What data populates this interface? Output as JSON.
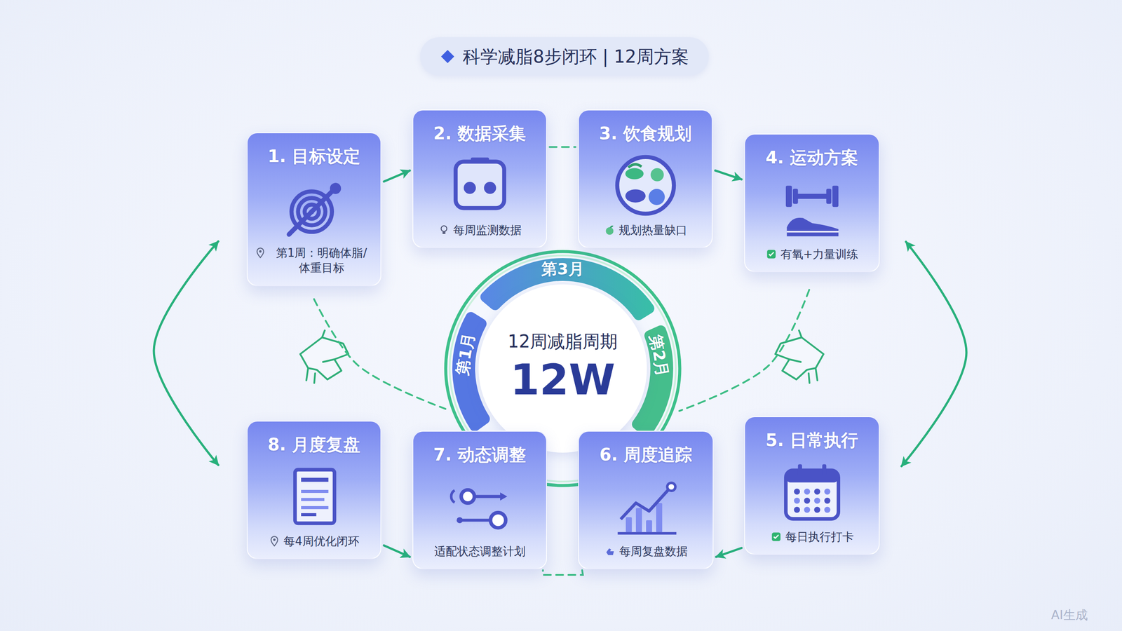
{
  "diagram": {
    "title": "科学减脂8步闭环 | 12周方案",
    "nodes": [
      {
        "text": [
          "1. 目标设定",
          "第1周：明确体脂/ 体重目标"
        ]
      },
      {
        "text": [
          "2. 数据采集",
          "每周监测数据"
        ]
      },
      {
        "text": [
          "3. 饮食规划",
          "规划热量缺口"
        ]
      },
      {
        "text": [
          "4. 运动方案",
          "有氧+力量训练"
        ]
      },
      {
        "text": [
          "5. 日常执行",
          "每日执行打卡"
        ]
      },
      {
        "text": [
          "6. 周度追踪",
          "每周复盘数据"
        ]
      },
      {
        "text": [
          "7. 动态调整",
          "适配状态调整计划"
        ]
      },
      {
        "text": [
          "8. 月度复盘",
          "每4周优化闭环"
        ]
      },
      {
        "text": [
          "12周减脂周期",
          "12W"
        ]
      }
    ],
    "edges": [
      {
        "from": 0,
        "to": 1,
        "arrow": "to"
      },
      {
        "from": 1,
        "to": 2,
        "arrow": "none"
      },
      {
        "from": 2,
        "to": 3,
        "arrow": "to"
      },
      {
        "from": 3,
        "to": 4,
        "arrow": "both"
      },
      {
        "from": 4,
        "to": 5,
        "arrow": "to"
      },
      {
        "from": 5,
        "to": 6,
        "arrow": "none"
      },
      {
        "from": 7,
        "to": 6,
        "arrow": "to"
      },
      {
        "from": 7,
        "to": 0,
        "arrow": "both"
      },
      {
        "from": 0,
        "to": 8,
        "arrow": "none"
      },
      {
        "from": 3,
        "to": 8,
        "arrow": "none"
      }
    ],
    "labels": [
      "第3月",
      "第1月",
      "第2月",
      "AI生成"
    ]
  }
}
